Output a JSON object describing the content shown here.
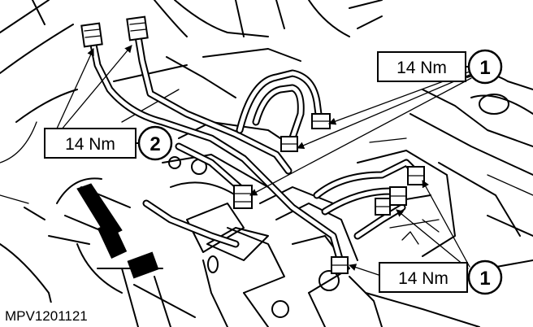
{
  "callouts": {
    "top_right": {
      "torque": "14 Nm",
      "number": "1"
    },
    "left": {
      "torque": "14 Nm",
      "number": "2"
    },
    "bottom_right": {
      "torque": "14 Nm",
      "number": "1"
    }
  },
  "figure_code": "MPV1201121"
}
